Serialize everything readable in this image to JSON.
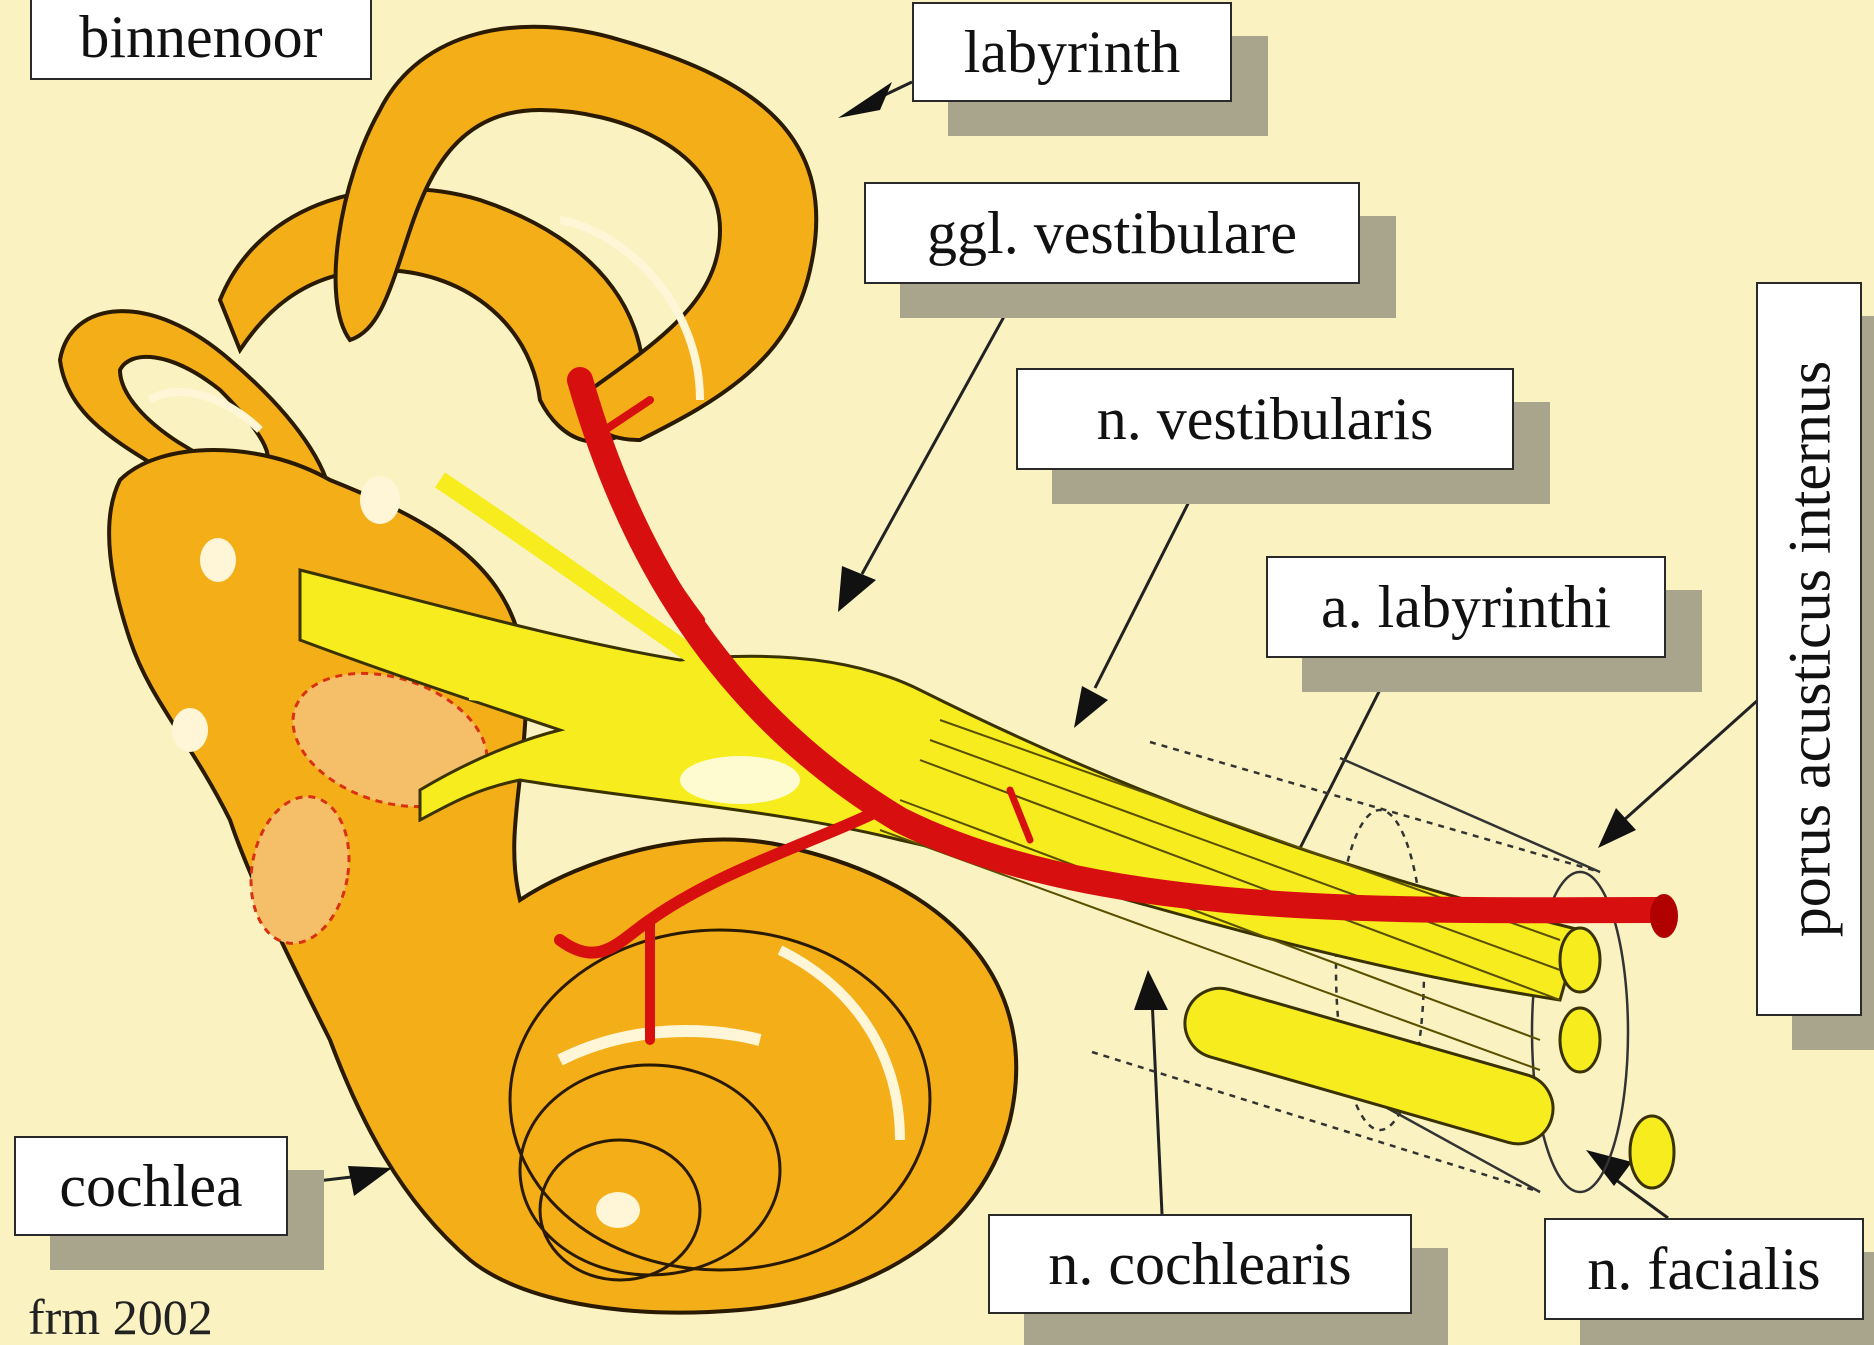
{
  "labels": {
    "binnenoor": "binnenoor",
    "labyrinth": "labyrinth",
    "ggl_vestibulare": "ggl. vestibulare",
    "n_vestibularis": "n. vestibularis",
    "a_labyrinthi": "a. labyrinthi",
    "porus_acusticus_internus": "porus acusticus internus",
    "cochlea": "cochlea",
    "n_cochlearis": "n. cochlearis",
    "n_facialis": "n. facialis"
  },
  "credit": "frm 2002",
  "colors": {
    "background": "#faf2c0",
    "labyrinth_fill": "#f4ae18",
    "nerve_fill": "#f6ec1e",
    "artery": "#d80f0f",
    "label_shadow": "#a8a58c"
  }
}
